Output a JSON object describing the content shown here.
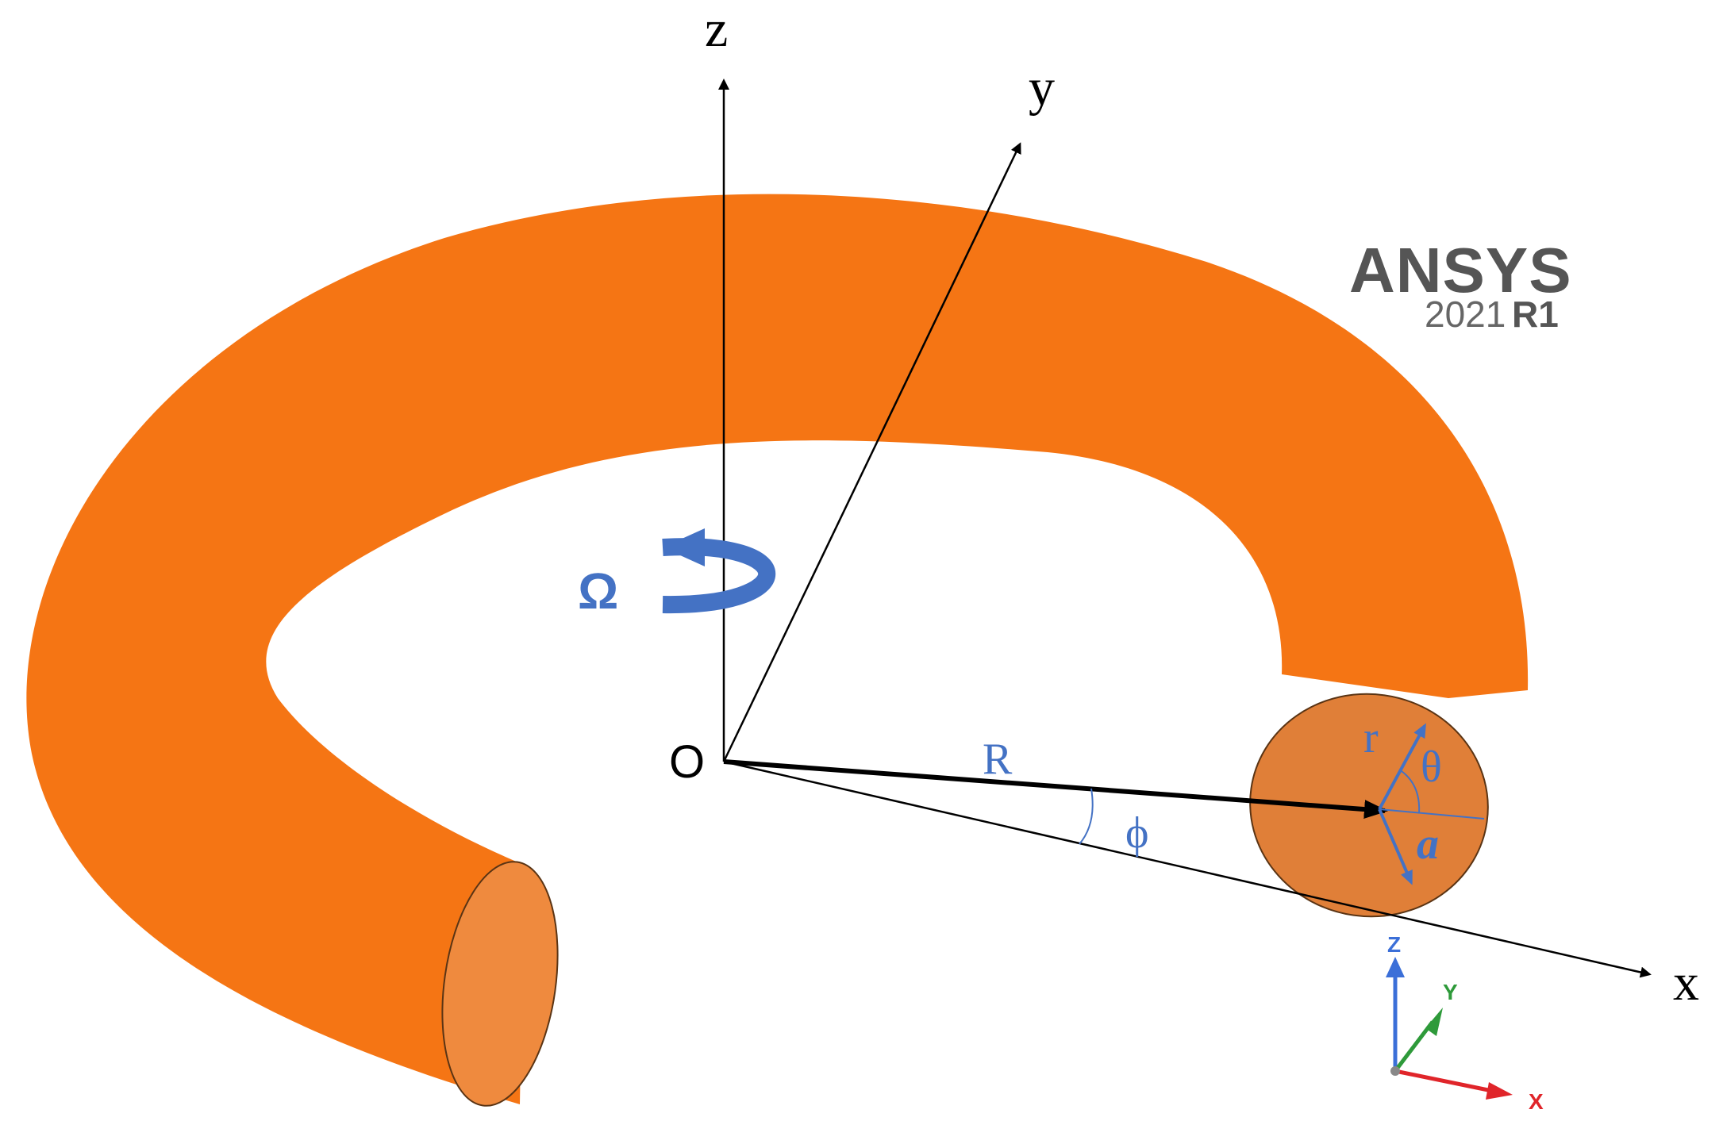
{
  "axes": {
    "z": "z",
    "y": "y",
    "x": "x",
    "origin": "O"
  },
  "symbols": {
    "omega": "Ω",
    "major_radius": "R",
    "toroidal_angle": "ϕ",
    "minor_radius": "r",
    "poloidal_angle": "θ",
    "tube_radius": "a"
  },
  "watermark": {
    "name": "ANSYS",
    "year": "2021",
    "release": "R1"
  },
  "triad": {
    "z": "Z",
    "y": "Y",
    "x": "X"
  },
  "colors": {
    "torus": "#f57514",
    "cross_section": "#ef8a3e",
    "annotation_blue": "#4472c4",
    "axis": "#000000",
    "triad_z": "#3b6fd8",
    "triad_y": "#2e9a3a",
    "triad_x": "#e0252a"
  }
}
